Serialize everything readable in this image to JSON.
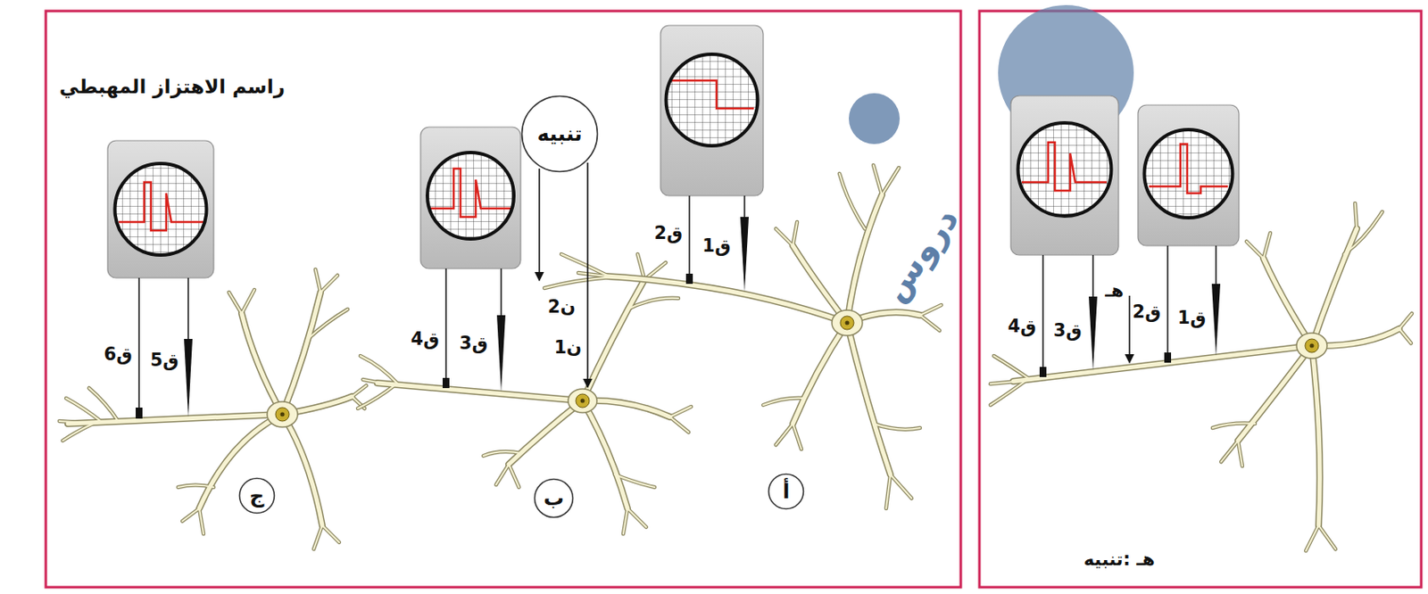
{
  "diagram": {
    "title": "راسم الاهتزاز المهبطي",
    "nodes": [
      {
        "text": [
          "تنبيه"
        ]
      },
      {
        "text": [
          "أ"
        ]
      },
      {
        "text": [
          "ب"
        ]
      },
      {
        "text": [
          "ج"
        ]
      }
    ],
    "labels": [
      "ق1",
      "ق2",
      "ن2",
      "ن1",
      "ق3",
      "ق4",
      "ق5",
      "ق6",
      "ق1",
      "ق2",
      "هـ",
      "ق3",
      "ق4",
      "هـ :تنبيه",
      "دروس"
    ]
  }
}
